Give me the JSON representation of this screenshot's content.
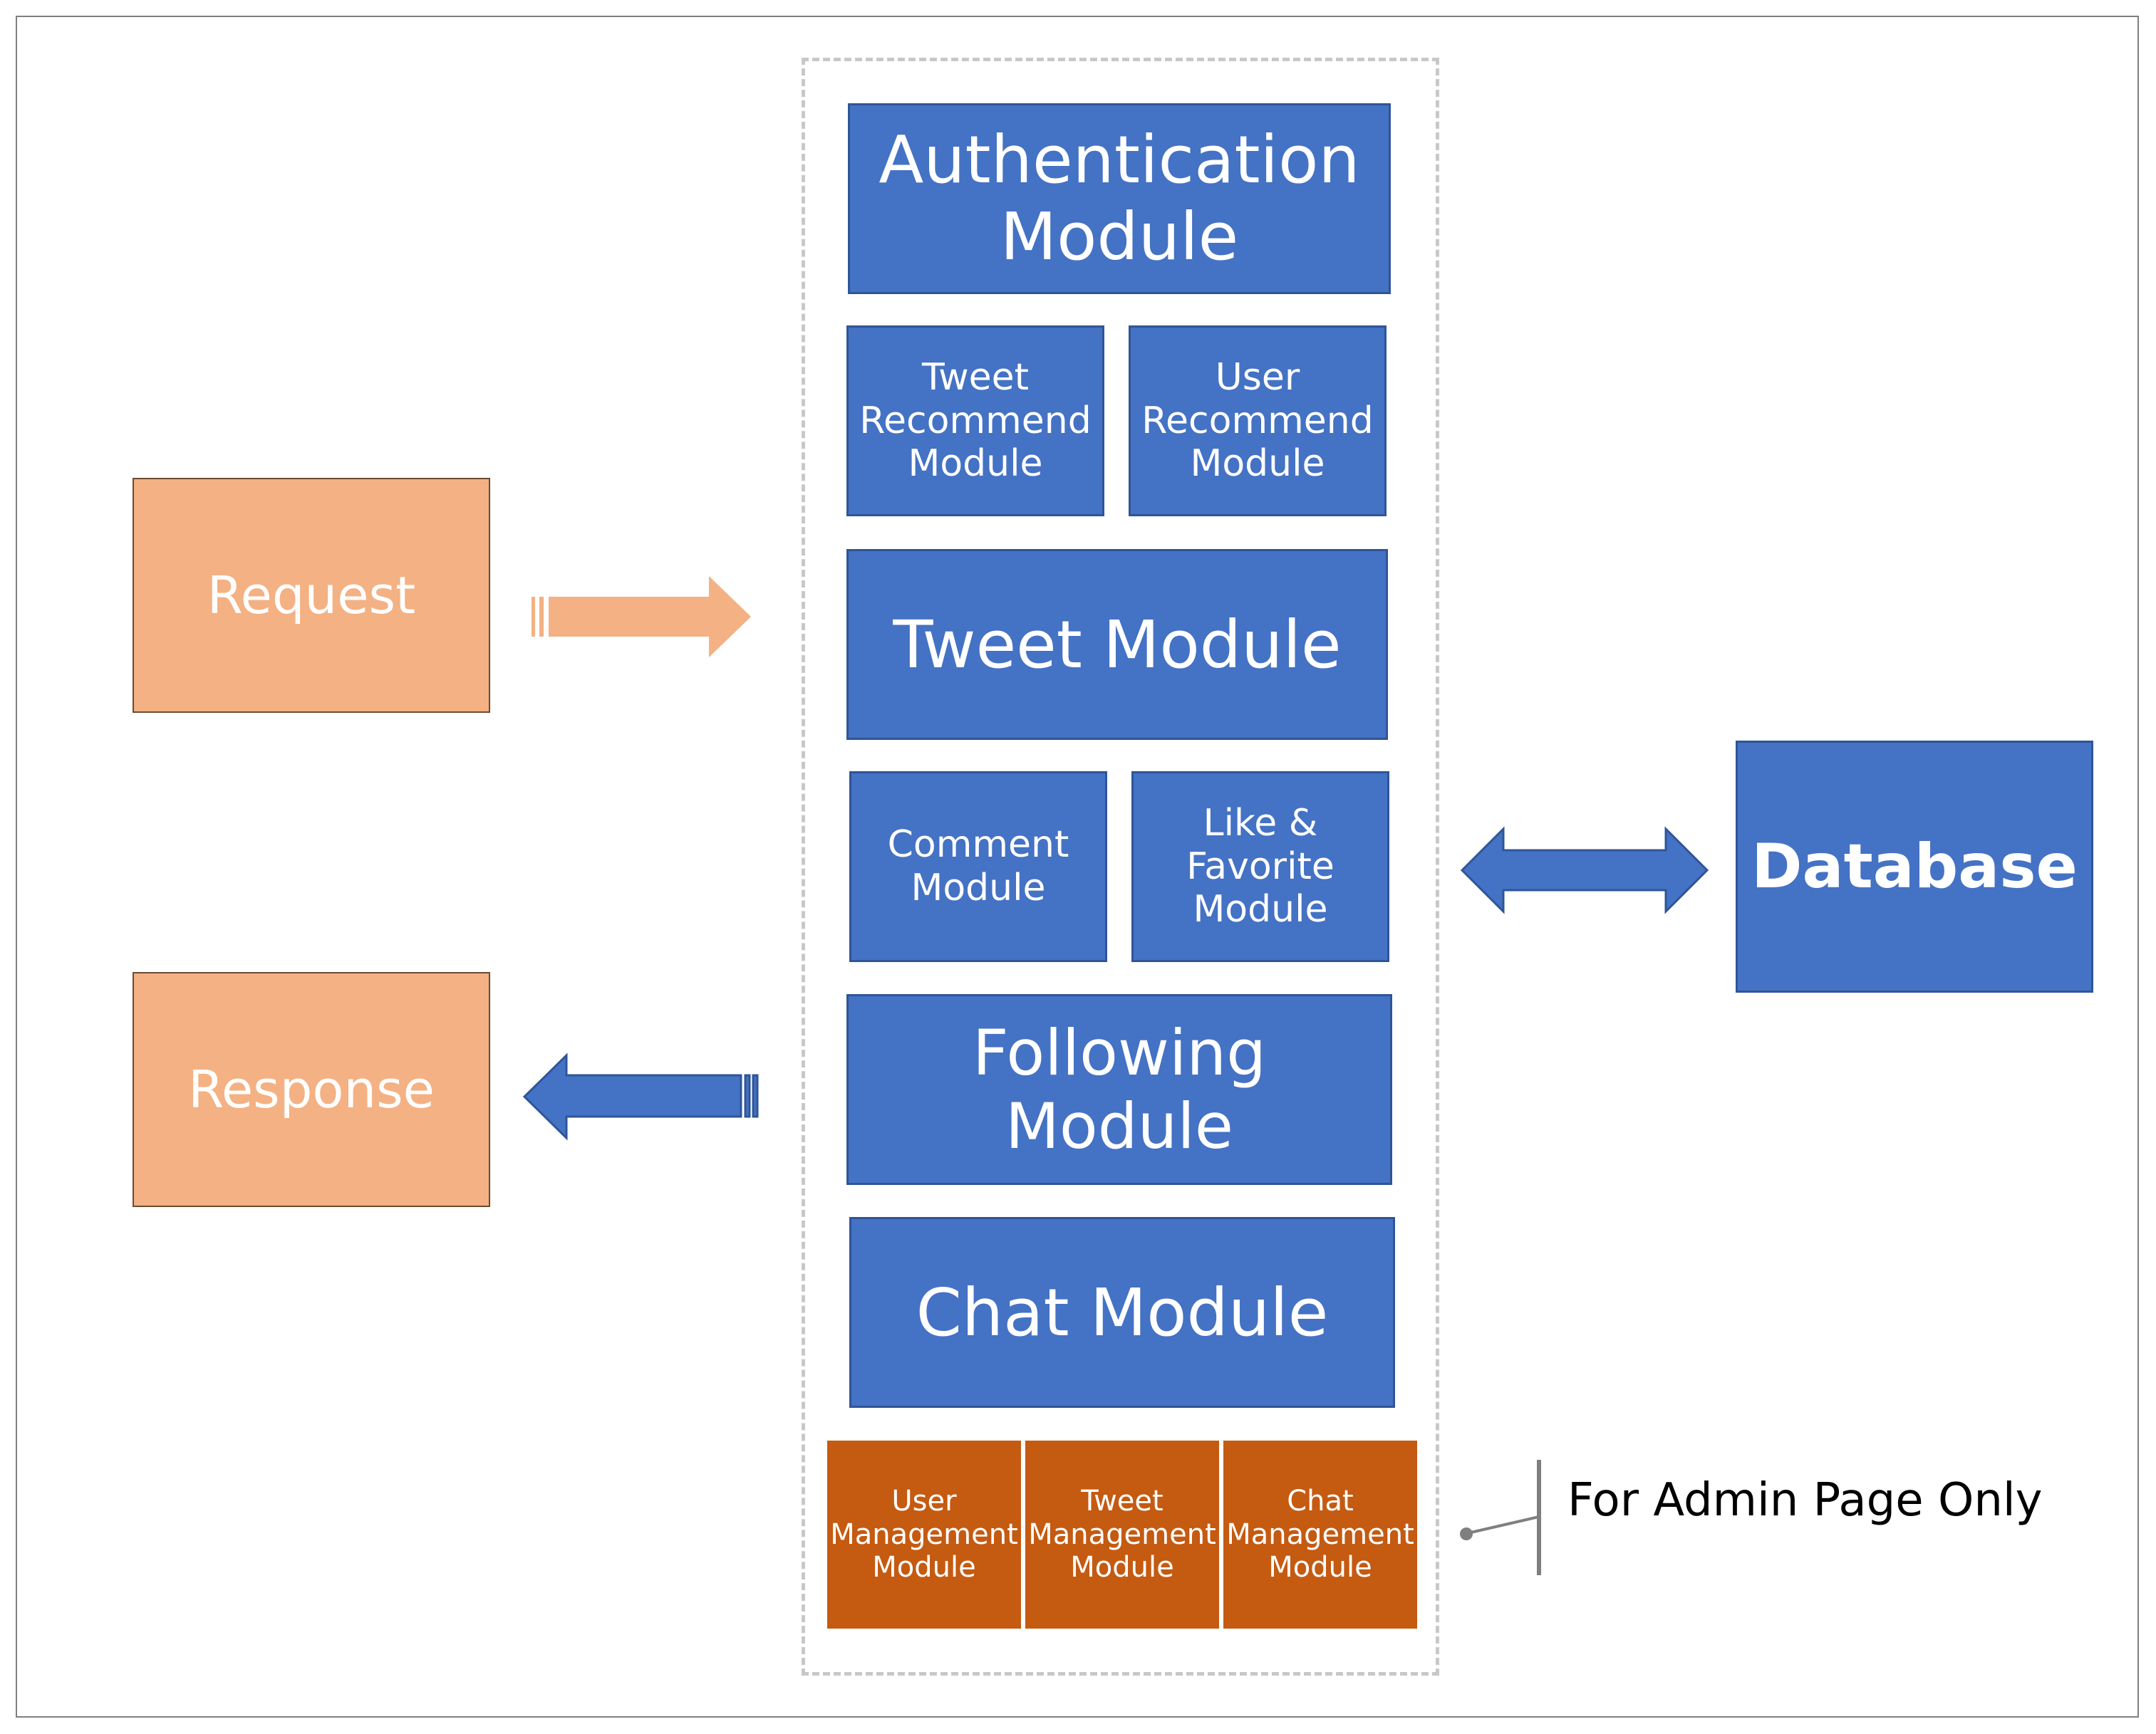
{
  "left": {
    "request": "Request",
    "response": "Response"
  },
  "modules": {
    "authentication": "Authentication\nModule",
    "tweet_recommend": "Tweet\nRecommend\nModule",
    "user_recommend": "User\nRecommend\nModule",
    "tweet": "Tweet Module",
    "comment": "Comment\nModule",
    "like_favorite": "Like &\nFavorite\nModule",
    "following": "Following Module",
    "chat": "Chat Module"
  },
  "admin": {
    "user_management": "User\nManagement\nModule",
    "tweet_management": "Tweet\nManagement\nModule",
    "chat_management": "Chat\nManagement\nModule",
    "note": "For Admin Page Only"
  },
  "right": {
    "database": "Database"
  },
  "colors": {
    "module_blue": "#4472c4",
    "client_peach": "#f4b183",
    "admin_rust": "#c55a11",
    "response_arrow": "#4472c4",
    "request_arrow": "#f4b183"
  }
}
